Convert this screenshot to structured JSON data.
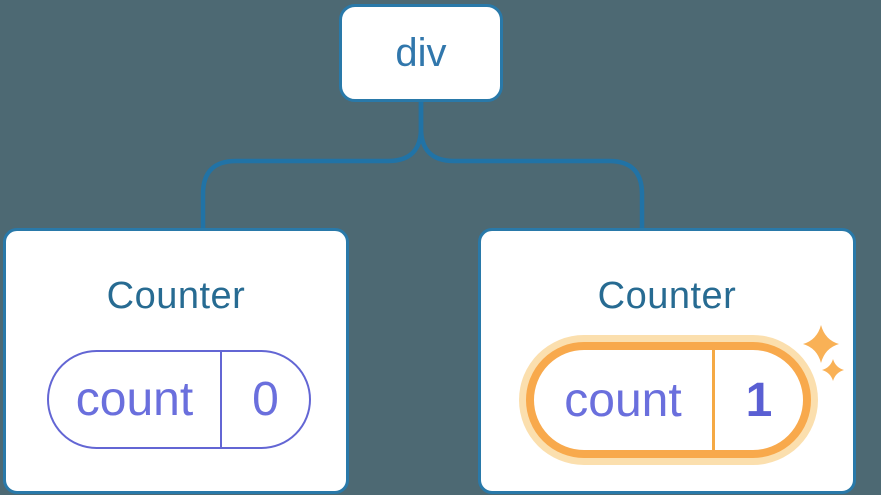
{
  "diagram": {
    "root": {
      "label": "div"
    },
    "children": [
      {
        "title": "Counter",
        "state": {
          "name": "count",
          "value": "0"
        },
        "highlighted": false
      },
      {
        "title": "Counter",
        "state": {
          "name": "count",
          "value": "1"
        },
        "highlighted": true
      }
    ],
    "icons": {
      "sparkle": "sparkle-icon (state updated)"
    },
    "colors": {
      "background": "#4D6973",
      "card_bg": "#FFFFFF",
      "box_border": "#2979A9",
      "connector_line": "#2173A6",
      "root_label_text": "#3177AC",
      "title_text": "#276B92",
      "pill_border": "#6366D4",
      "pill_text": "#6A6FDD",
      "value_bold_text": "#5A5FD3",
      "highlight_border": "#F8A94C",
      "highlight_glow": "#FBDFAE",
      "sparkle": "#F9B156"
    }
  }
}
